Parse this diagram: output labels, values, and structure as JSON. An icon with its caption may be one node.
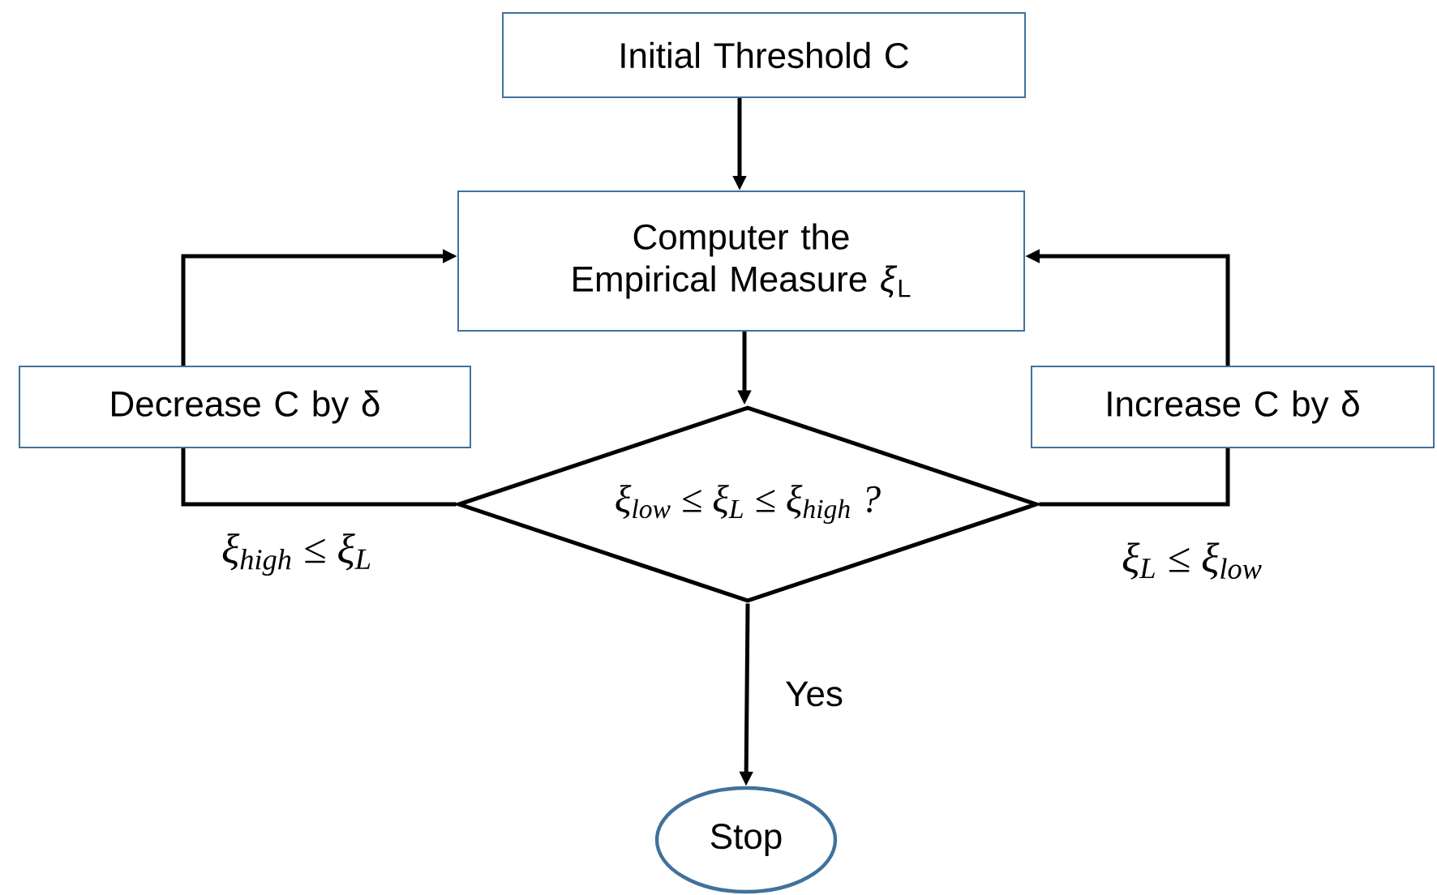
{
  "diagram": {
    "nodes": [
      {
        "text": [
          "Initial Threshold C"
        ]
      },
      {
        "text": [
          "Computer the Empirical Measure *ξ*$_{L}$"
        ]
      },
      {
        "text": [
          "Decrease C by δ"
        ]
      },
      {
        "text": [
          "Increase C  by δ"
        ]
      },
      {
        "text": [
          "ξ$_{low}$ ≤ ξ$_{L}$ ≤ ξ$_{high}$ ?"
        ]
      },
      {
        "text": [
          "Stop"
        ]
      }
    ],
    "edges": [
      {
        "from": 0,
        "to": 1,
        "arrow": "to"
      },
      {
        "from": 1,
        "to": 4,
        "arrow": "to"
      },
      {
        "from": 4,
        "to": 2,
        "arrow": "none",
        "label": "ξ$_{high}$ ≤ ξ$_{L}$"
      },
      {
        "from": 2,
        "to": 1,
        "arrow": "to"
      },
      {
        "from": 4,
        "to": 3,
        "arrow": "none",
        "label": "ξ$_{L}$ ≤ ξ$_{low}$"
      },
      {
        "from": 3,
        "to": 1,
        "arrow": "to"
      },
      {
        "from": 4,
        "to": 5,
        "arrow": "to",
        "label": "Yes"
      }
    ]
  }
}
